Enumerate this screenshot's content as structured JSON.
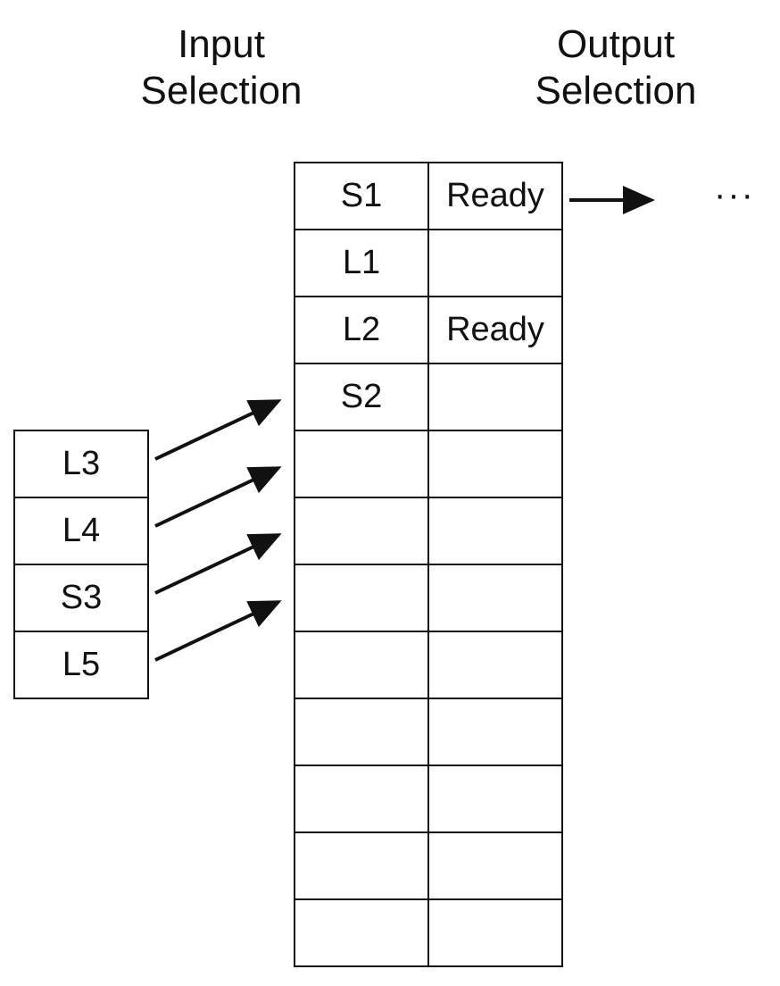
{
  "headings": {
    "input": [
      "Input",
      "Selection"
    ],
    "output": [
      "Output",
      "Selection"
    ]
  },
  "input_queue": [
    "L3",
    "L4",
    "S3",
    "L5"
  ],
  "buffer": {
    "rows": [
      {
        "entry": "S1",
        "status": "Ready"
      },
      {
        "entry": "L1",
        "status": ""
      },
      {
        "entry": "L2",
        "status": "Ready"
      },
      {
        "entry": "S2",
        "status": ""
      },
      {
        "entry": "",
        "status": ""
      },
      {
        "entry": "",
        "status": ""
      },
      {
        "entry": "",
        "status": ""
      },
      {
        "entry": "",
        "status": ""
      },
      {
        "entry": "",
        "status": ""
      },
      {
        "entry": "",
        "status": ""
      },
      {
        "entry": "",
        "status": ""
      },
      {
        "entry": "",
        "status": ""
      }
    ]
  },
  "output_continuation": "···",
  "colors": {
    "line": "#111111",
    "background": "#ffffff"
  }
}
